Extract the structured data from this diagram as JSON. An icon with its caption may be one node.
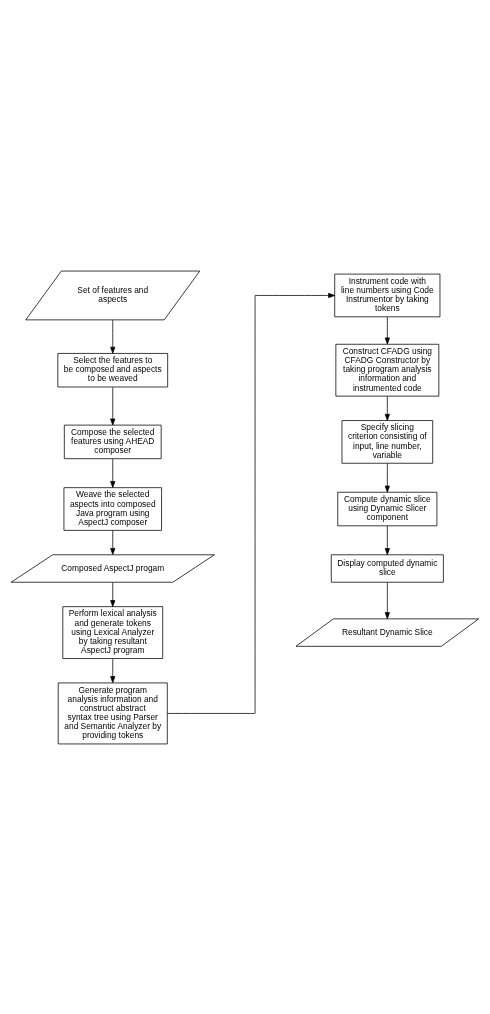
{
  "diagram": {
    "nodes": [
      {
        "text": [
          "Set of features and aspects"
        ]
      },
      {
        "text": [
          "Select the features to be composed and aspects to be weaved"
        ]
      },
      {
        "text": [
          "Compose the selected features using AHEAD composer"
        ]
      },
      {
        "text": [
          "Weave the selected aspects into composed Java program using AspectJ composer"
        ]
      },
      {
        "text": [
          "Composed AspectJ progam"
        ]
      },
      {
        "text": [
          "Perform lexical analysis and generate tokens using Lexical Analyzer by taking resultant AspectJ program"
        ]
      },
      {
        "text": [
          "Generate program analysis information and construct abstract syntax tree using Parser and Semantic Analyzer by providing tokens"
        ]
      },
      {
        "text": [
          "Instrument code with line numbers using Code Instrumentor by taking tokens"
        ]
      },
      {
        "text": [
          "Construct CFADG using CFADG Constructor by taking program analysis information and instrumented code"
        ]
      },
      {
        "text": [
          "Specify slicing criterion consisting of input, line number, variable"
        ]
      },
      {
        "text": [
          "Compute dynamic slice using Dynamic Slicer component"
        ]
      },
      {
        "text": [
          "Display computed dynamic slice"
        ]
      },
      {
        "text": [
          "Resultant Dynamic Slice"
        ]
      }
    ],
    "edges": [
      {
        "from": 0,
        "to": 1,
        "arrow": "to"
      },
      {
        "from": 1,
        "to": 2,
        "arrow": "to"
      },
      {
        "from": 2,
        "to": 3,
        "arrow": "to"
      },
      {
        "from": 3,
        "to": 4,
        "arrow": "to"
      },
      {
        "from": 4,
        "to": 5,
        "arrow": "to"
      },
      {
        "from": 5,
        "to": 6,
        "arrow": "to"
      },
      {
        "from": 6,
        "to": 7,
        "arrow": "to"
      },
      {
        "from": 7,
        "to": 8,
        "arrow": "to"
      },
      {
        "from": 8,
        "to": 9,
        "arrow": "to"
      },
      {
        "from": 9,
        "to": 10,
        "arrow": "to"
      },
      {
        "from": 10,
        "to": 11,
        "arrow": "to"
      },
      {
        "from": 11,
        "to": 12,
        "arrow": "to"
      }
    ]
  }
}
